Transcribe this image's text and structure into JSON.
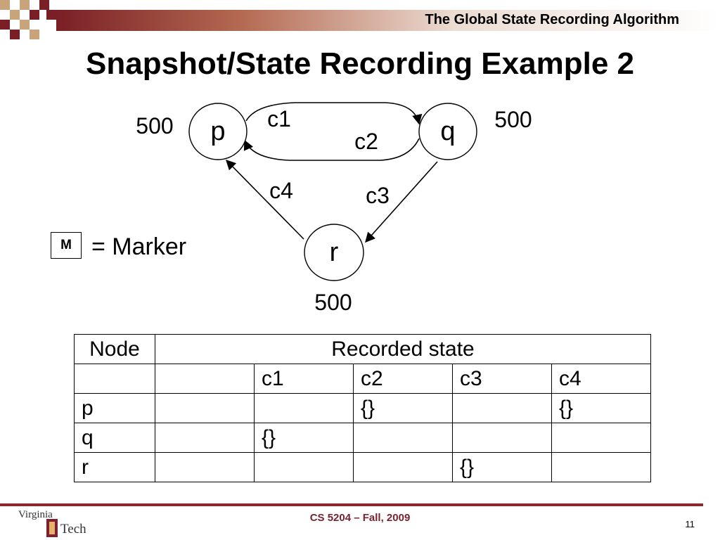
{
  "header": {
    "title": "The Global State Recording Algorithm"
  },
  "slide": {
    "title": "Snapshot/State Recording Example 2"
  },
  "diagram": {
    "nodes": [
      {
        "id": "p",
        "label": "p",
        "value": "500"
      },
      {
        "id": "q",
        "label": "q",
        "value": "500"
      },
      {
        "id": "r",
        "label": "r",
        "value": "500"
      }
    ],
    "channels": [
      {
        "label": "c1",
        "from": "p",
        "to": "q"
      },
      {
        "label": "c2",
        "from": "q",
        "to": "p"
      },
      {
        "label": "c3",
        "from": "q",
        "to": "r"
      },
      {
        "label": "c4",
        "from": "r",
        "to": "p"
      }
    ]
  },
  "legend": {
    "marker_symbol": "M",
    "marker_text": "= Marker"
  },
  "table": {
    "header": [
      "Node",
      "Recorded state"
    ],
    "subheader": [
      "",
      "",
      "c1",
      "c2",
      "c3",
      "c4"
    ],
    "rows": [
      [
        "p",
        "",
        "",
        "{}",
        "",
        "{}"
      ],
      [
        "q",
        "",
        "{}",
        "",
        "",
        ""
      ],
      [
        "r",
        "",
        "",
        "",
        "{}",
        ""
      ]
    ]
  },
  "footer": {
    "logo_top": "Virginia",
    "logo_bottom": "Tech",
    "course": "CS 5204 – Fall, 2009",
    "page": "11"
  }
}
